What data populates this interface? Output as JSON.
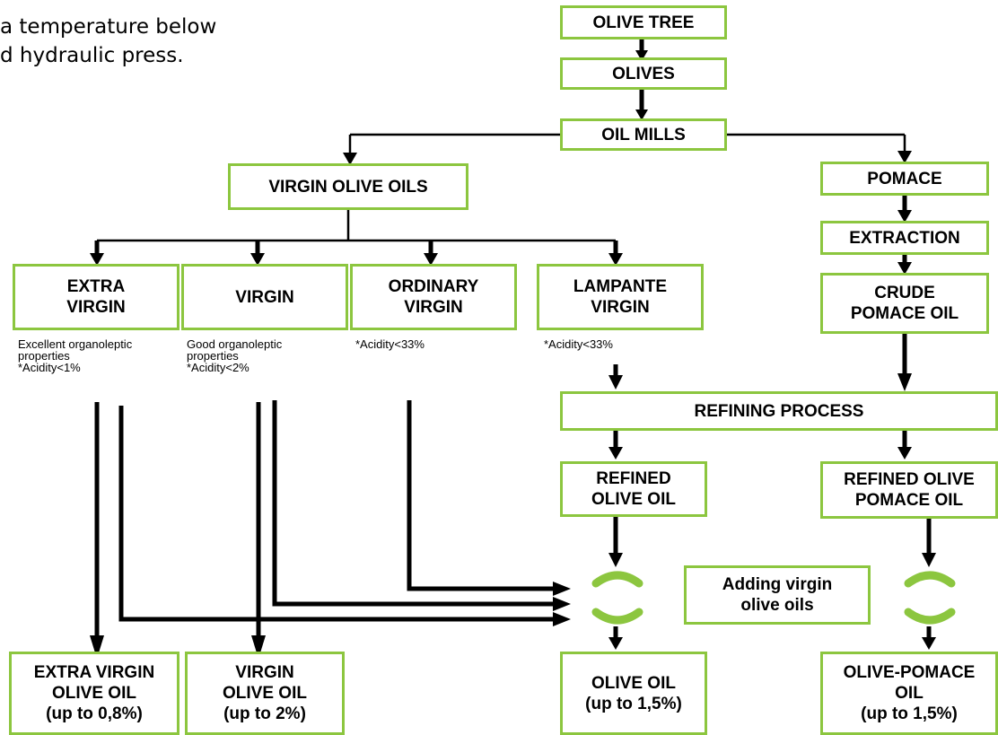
{
  "intro_text": "a temperature below\nd hydraulic press.",
  "boxes": {
    "olive_tree": "OLIVE TREE",
    "olives": "OLIVES",
    "oil_mills": "OIL MILLS",
    "virgin_olive_oils": "VIRGIN OLIVE OILS",
    "pomace": "POMACE",
    "extraction": "EXTRACTION",
    "crude_pomace_oil": "CRUDE\nPOMACE OIL",
    "extra_virgin": "EXTRA\nVIRGIN",
    "virgin": "VIRGIN",
    "ordinary_virgin": "ORDINARY\nVIRGIN",
    "lampante_virgin": "LAMPANTE\nVIRGIN",
    "refining_process": "REFINING PROCESS",
    "refined_olive_oil": "REFINED\nOLIVE OIL",
    "refined_olive_pomace_oil": "REFINED OLIVE\nPOMACE OIL",
    "adding_virgin_olive_oils": "Adding virgin\nolive oils",
    "extra_virgin_olive_oil": "EXTRA VIRGIN\nOLIVE OIL\n(up to 0,8%)",
    "virgin_olive_oil": "VIRGIN\nOLIVE OIL\n(up to 2%)",
    "olive_oil": "OLIVE OIL\n(up to 1,5%)",
    "olive_pomace_oil": "OLIVE-POMACE\nOIL\n(up to 1,5%)"
  },
  "notes": {
    "extra_virgin": "Excellent organoleptic\nproperties\n*Acidity<1%",
    "virgin": "Good organoleptic\nproperties\n*Acidity<2%",
    "ordinary_virgin": "*Acidity<33%",
    "lampante_virgin": "*Acidity<33%"
  },
  "colors": {
    "box_border": "#8cc63f",
    "mix_symbol": "#8cc63f",
    "arrow": "#000000"
  },
  "icons": {
    "mix_symbol": "mixing-circle-icon",
    "arrow": "arrow-icon"
  }
}
